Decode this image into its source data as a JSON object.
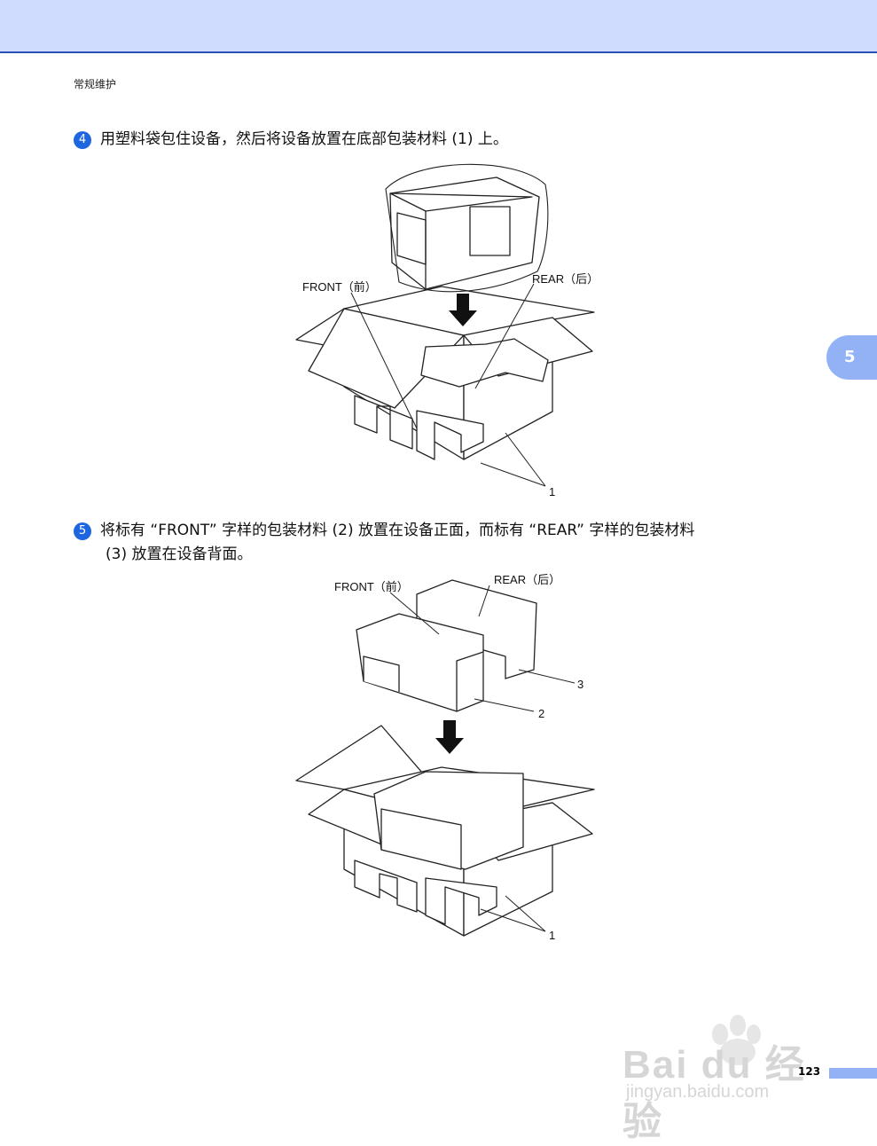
{
  "header": {
    "section": "常规维护"
  },
  "chapter_tab": "5",
  "steps": [
    {
      "number": "4",
      "text": "用塑料袋包住设备，然后将设备放置在底部包装材料 (1) 上。"
    },
    {
      "number": "5",
      "line1": "将标有 “FRONT” 字样的包装材料 (2) 放置在设备正面，而标有 “REAR” 字样的包装材料",
      "line2": "(3) 放置在设备背面。"
    }
  ],
  "figure1": {
    "front_label": "FRONT（前）",
    "rear_label": "REAR（后）",
    "callout_1": "1"
  },
  "figure2": {
    "front_label": "FRONT（前）",
    "rear_label": "REAR（后）",
    "callout_1": "1",
    "callout_2": "2",
    "callout_3": "3"
  },
  "footer": {
    "page_number": "123"
  },
  "watermark": {
    "logo_text": "Bai du 经验",
    "url": "jingyan.baidu.com"
  },
  "colors": {
    "band": "#cfdcfd",
    "band_border": "#2a4fb8",
    "accent": "#1d66e0",
    "tab": "#93b2f5"
  }
}
